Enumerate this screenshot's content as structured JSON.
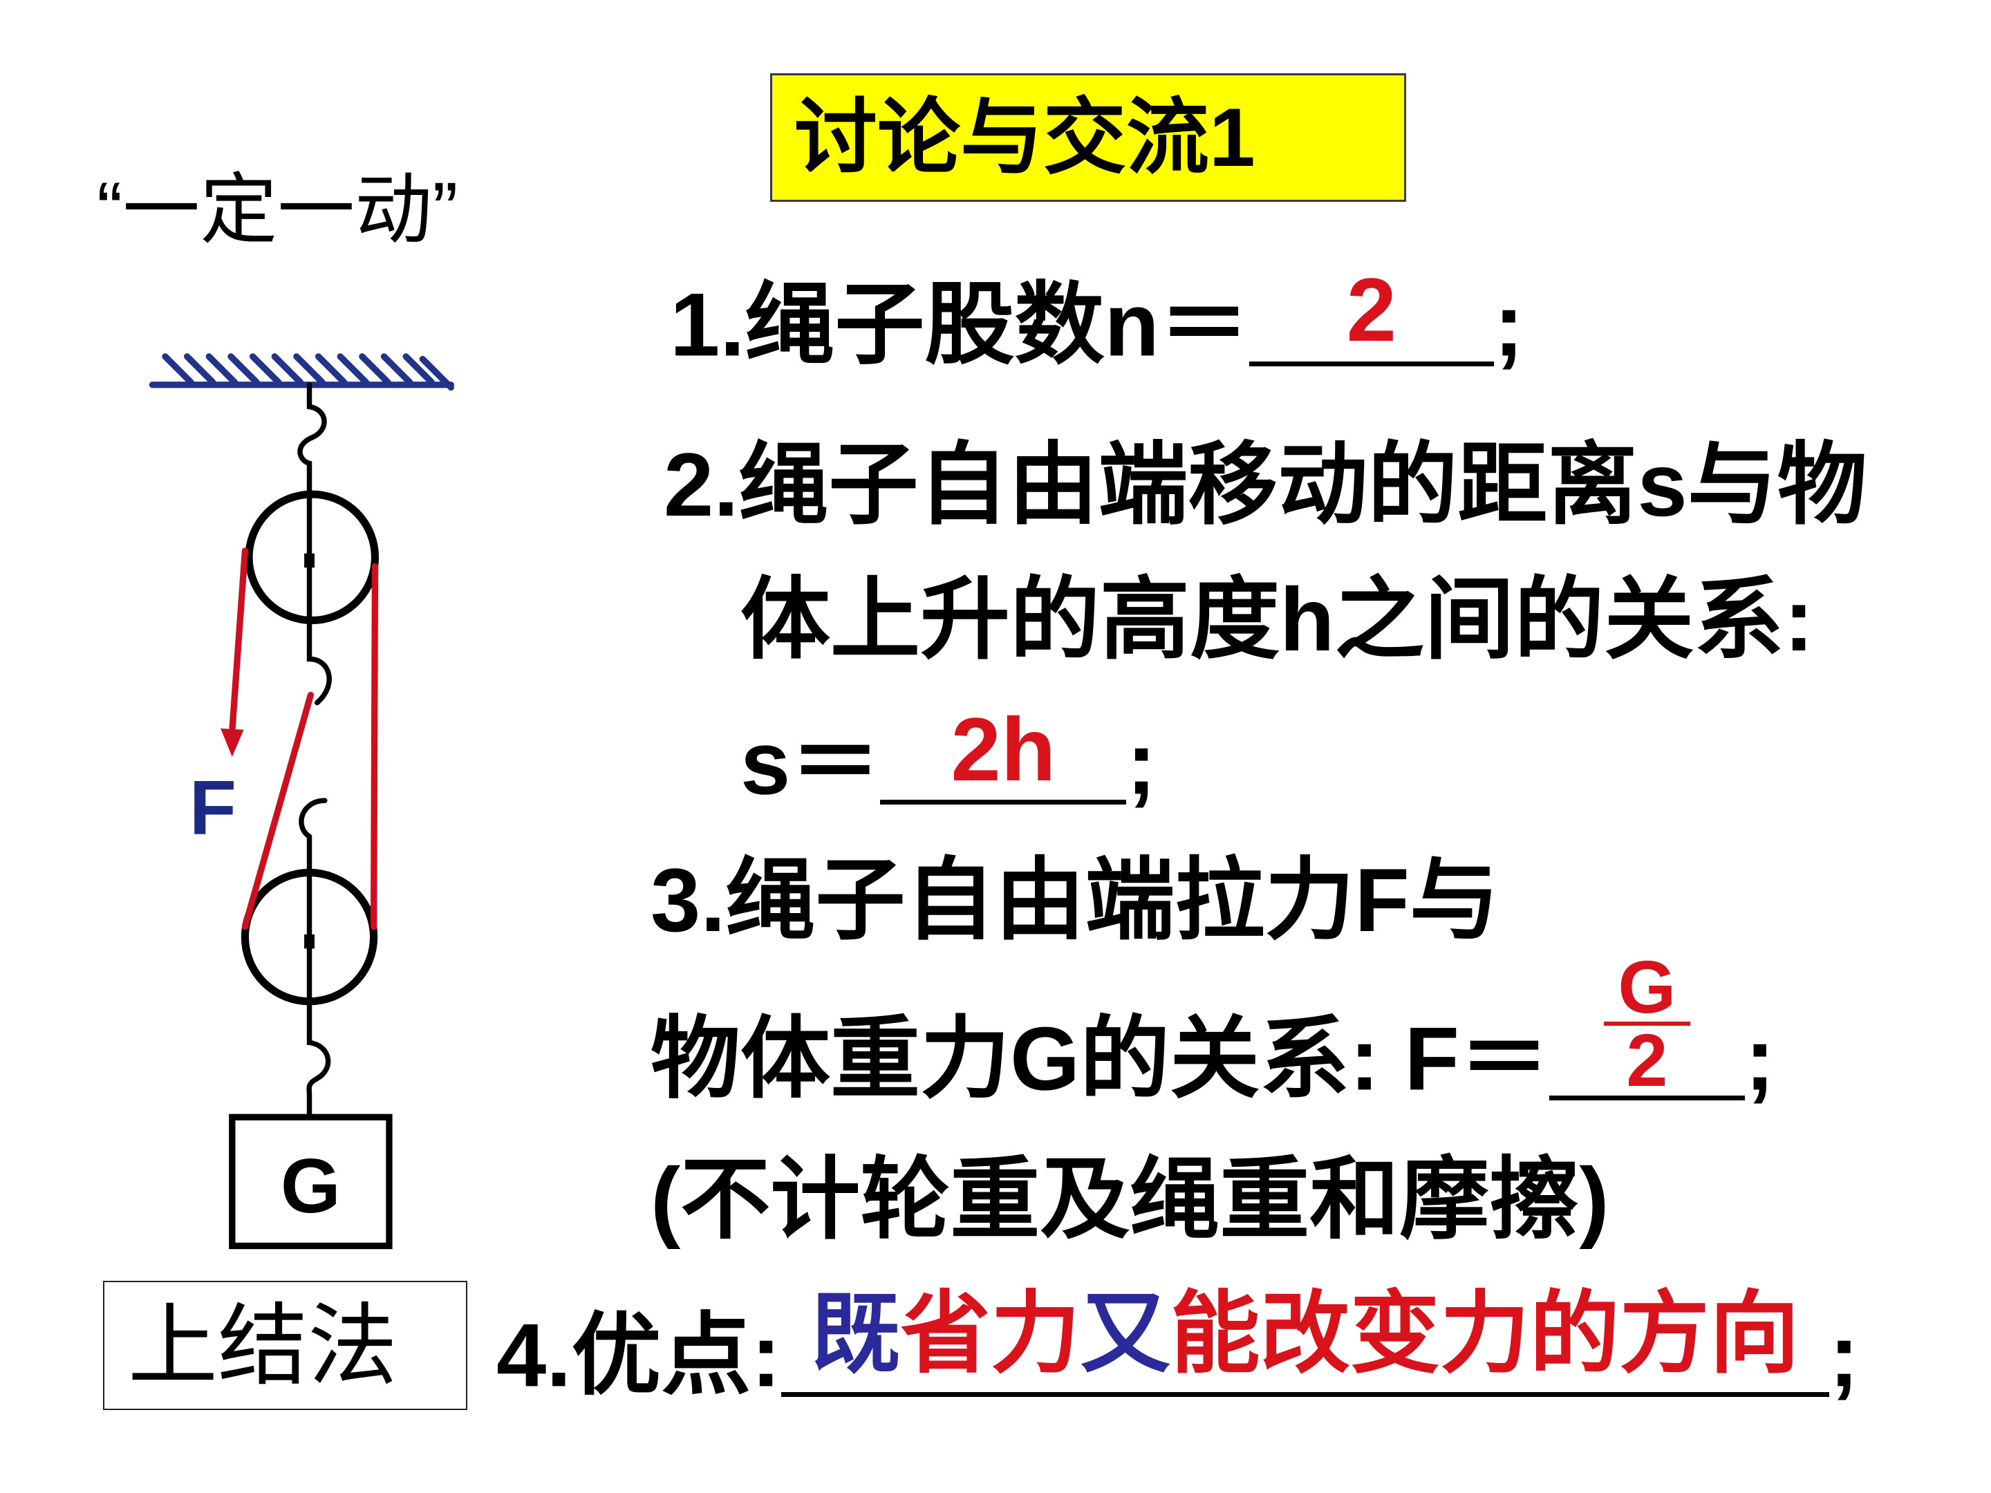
{
  "slide": {
    "title": "讨论与交流1",
    "subtitle": "“一定一动”",
    "method_label": "上结法"
  },
  "q1": {
    "text": "1.绳子股数n＝",
    "answer": "2",
    "end": ";"
  },
  "q2": {
    "line1": "2.绳子自由端移动的距离s与物",
    "line2": "体上升的高度h之间的关系:",
    "text": "s＝",
    "answer": "2h",
    "end": ";"
  },
  "q3": {
    "line1": "3.绳子自由端拉力F与",
    "text": "物体重力G的关系: F＝",
    "answer_numerator": "G",
    "answer_denominator": "2",
    "end": ";"
  },
  "note": "(不计轮重及绳重和摩擦)",
  "q4": {
    "text": "4.优点:",
    "answer_parts": [
      {
        "text": "既",
        "color": "#2a2a9a"
      },
      {
        "text": "省力",
        "color": "#d8131c"
      },
      {
        "text": "又",
        "color": "#2a2a9a"
      },
      {
        "text": "能改变力的方向",
        "color": "#d8131c"
      }
    ],
    "end": ";"
  },
  "diagram": {
    "force_label": "F",
    "weight_label": "G"
  },
  "colors": {
    "title_bg": "#ffff00",
    "answer_red": "#d8131c",
    "answer_blue": "#2a2a9a",
    "force_label": "#1b2a85",
    "ceiling": "#22338a",
    "rope": "#cc1020"
  }
}
